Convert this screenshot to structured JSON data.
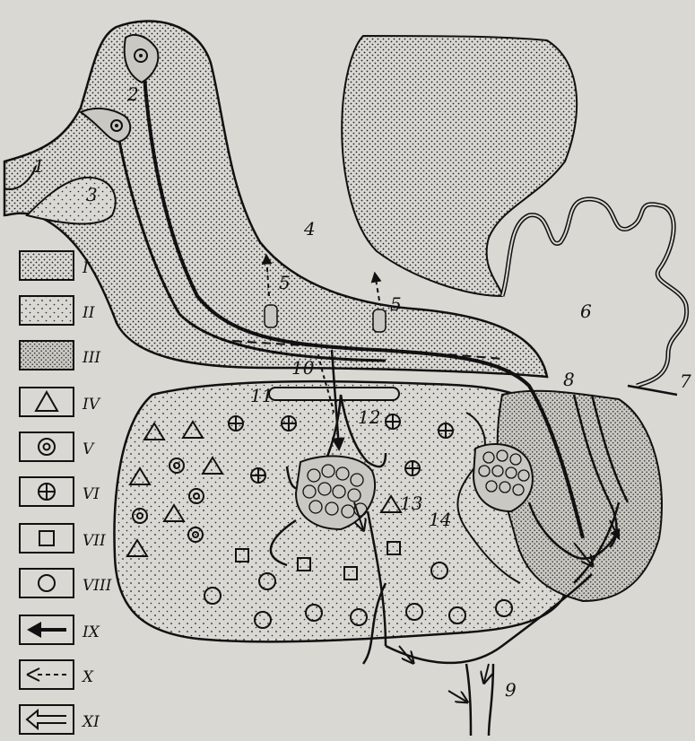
{
  "figure": {
    "structure_labels": [
      "1",
      "2",
      "3",
      "4",
      "5",
      "5",
      "6",
      "7",
      "8",
      "9",
      "10",
      "11",
      "12",
      "13",
      "14"
    ],
    "legend": [
      {
        "numeral": "I",
        "swatch": "dense-stipple"
      },
      {
        "numeral": "II",
        "swatch": "sparse-stipple"
      },
      {
        "numeral": "III",
        "swatch": "medium-stipple"
      },
      {
        "numeral": "IV",
        "swatch": "triangle-icon"
      },
      {
        "numeral": "V",
        "swatch": "double-circle-icon"
      },
      {
        "numeral": "VI",
        "swatch": "circle-plus-icon"
      },
      {
        "numeral": "VII",
        "swatch": "square-icon"
      },
      {
        "numeral": "VIII",
        "swatch": "circle-icon"
      },
      {
        "numeral": "IX",
        "swatch": "solid-arrow-icon"
      },
      {
        "numeral": "X",
        "swatch": "dashed-arrow-icon"
      },
      {
        "numeral": "XI",
        "swatch": "hollow-arrow-icon"
      }
    ]
  }
}
